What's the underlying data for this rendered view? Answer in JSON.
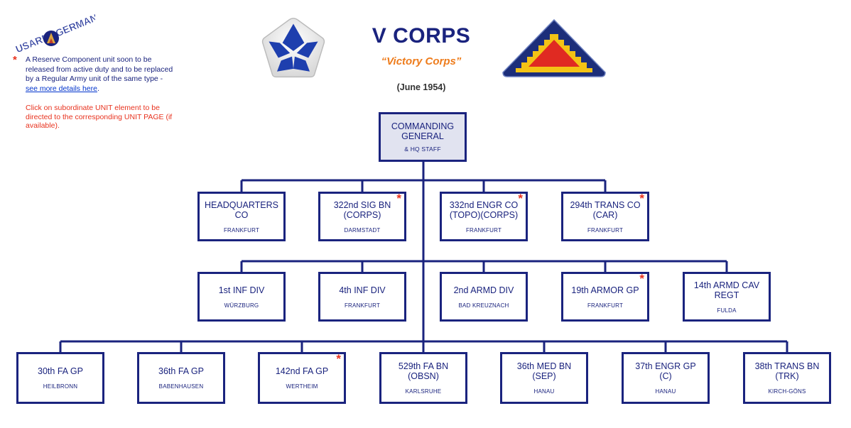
{
  "logo_text": "USARMYGERMANY.COM",
  "legend": {
    "star": "*",
    "text": "A Reserve Component unit soon to be released from active duty and to be replaced by a Regular Army unit of the same type - ",
    "link": "see more details here",
    "after_link": "."
  },
  "click_note": "Click on subordinate UNIT element to be directed to the corresponding UNIT PAGE (if available).",
  "title": "V CORPS",
  "subtitle": "“Victory Corps”",
  "date": "(June 1954)",
  "colors": {
    "line": "#1a237e",
    "text_blue": "#1a237e",
    "accent_orange": "#ee7c1c",
    "star_red": "#e8321e",
    "cmd_bg": "#e1e3f0"
  },
  "units": {
    "cg": {
      "name": "COMMANDING\nGENERAL",
      "loc": "& HQ STAFF",
      "reserve": false
    },
    "hq": {
      "name": "HEADQUARTERS\nCO",
      "loc": "FRANKFURT",
      "reserve": false
    },
    "sig": {
      "name": "322nd SIG BN\n(CORPS)",
      "loc": "DARMSTADT",
      "reserve": true
    },
    "engr": {
      "name": "332nd ENGR CO\n(TOPO)(CORPS)",
      "loc": "FRANKFURT",
      "reserve": true
    },
    "trans": {
      "name": "294th TRANS CO\n(CAR)",
      "loc": "FRANKFURT",
      "reserve": true
    },
    "inf1": {
      "name": "1st INF DIV",
      "loc": "WÜRZBURG",
      "reserve": false
    },
    "inf4": {
      "name": "4th INF DIV",
      "loc": "FRANKFURT",
      "reserve": false
    },
    "armd2": {
      "name": "2nd ARMD DIV",
      "loc": "BAD KREUZNACH",
      "reserve": false
    },
    "armor19": {
      "name": "19th ARMOR GP",
      "loc": "FRANKFURT",
      "reserve": true
    },
    "cav14": {
      "name": "14th ARMD CAV\nREGT",
      "loc": "FULDA",
      "reserve": false
    },
    "fa30": {
      "name": "30th FA GP",
      "loc": "HEILBRONN",
      "reserve": false
    },
    "fa36": {
      "name": "36th FA GP",
      "loc": "BABENHAUSEN",
      "reserve": false
    },
    "fa142": {
      "name": "142nd FA GP",
      "loc": "WERTHEIM",
      "reserve": true
    },
    "fa529": {
      "name": "529th FA BN\n(OBSN)",
      "loc": "KARLSRUHE",
      "reserve": false
    },
    "med36": {
      "name": "36th MED BN\n(SEP)",
      "loc": "HANAU",
      "reserve": false
    },
    "engr37": {
      "name": "37th ENGR GP\n(C)",
      "loc": "HANAU",
      "reserve": false
    },
    "trans38": {
      "name": "38th TRANS BN\n(TRK)",
      "loc": "KIRCH-GÖNS",
      "reserve": false
    }
  },
  "patch_left_icon": "v-corps-pentagon-patch-icon",
  "patch_right_icon": "seventh-army-patch-icon"
}
